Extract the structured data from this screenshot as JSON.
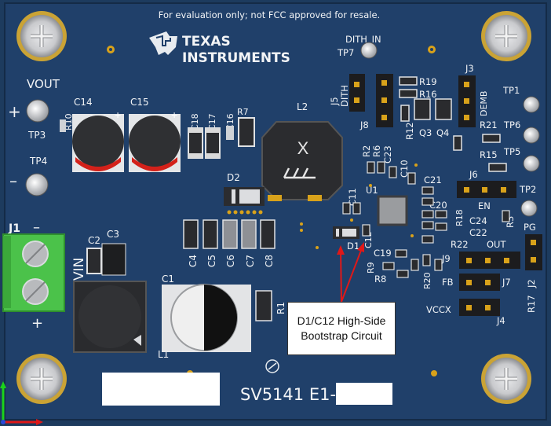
{
  "board": {
    "notice": "For evaluation only; not FCC approved for resale.",
    "brand_line1": "TEXAS",
    "brand_line2": "INSTRUMENTS",
    "part_number": "SV5141 E1-",
    "colors": {
      "pcb": "#1e3a5c",
      "silk": "#f2f4f6",
      "gold": "#d9a21a",
      "green_terminal": "#4cc24a",
      "red_arrow": "#e01818"
    }
  },
  "labels": {
    "vout": "VOUT",
    "plus_top": "+",
    "minus_top": "–",
    "tp3": "TP3",
    "tp4": "TP4",
    "r10": "R10",
    "c14": "C14",
    "c15": "C15",
    "c18": "C18",
    "c17": "C17",
    "c16": "C16",
    "r7": "R7",
    "l2": "L2",
    "d2": "D2",
    "dith_in": "DITH_IN",
    "tp7": "TP7",
    "j5": "J5",
    "dith": "DITH",
    "j8": "J8",
    "r19": "R19",
    "r16": "R16",
    "r12": "R12",
    "q3": "Q3",
    "q4": "Q4",
    "j3": "J3",
    "demb": "DEMB",
    "tp1": "TP1",
    "r21": "R21",
    "tp6": "TP6",
    "r15": "R15",
    "tp5": "TP5",
    "j6": "J6",
    "tp2": "TP2",
    "r2": "R2",
    "r6": "R6",
    "c23": "C23",
    "c10": "C10",
    "c11": "C11",
    "u1": "U1",
    "c21": "C21",
    "c20": "C20",
    "en": "EN",
    "r18": "R18",
    "c24": "C24",
    "r3": "R3",
    "c22": "C22",
    "r22": "R22",
    "out": "OUT",
    "pg": "PG",
    "j9": "J9",
    "j2": "J2",
    "d1": "D1",
    "c12": "C12",
    "r9": "R9",
    "c19": "C19",
    "r8": "R8",
    "r20": "R20",
    "fb": "FB",
    "j7": "J7",
    "vccx": "VCCX",
    "j4": "J4",
    "r17": "R17",
    "j1": "J1",
    "minus_left": "–",
    "vin": "VIN",
    "plus_left": "+",
    "c2": "C2",
    "c3": "C3",
    "c4": "C4",
    "c5": "C5",
    "c6": "C6",
    "c7": "C7",
    "c8": "C8",
    "c1": "C1",
    "r1": "R1",
    "l1": "L1",
    "l2_marking": "X"
  },
  "callout": {
    "line1": "D1/C12 High-Side",
    "line2": "Bootstrap Circuit"
  }
}
